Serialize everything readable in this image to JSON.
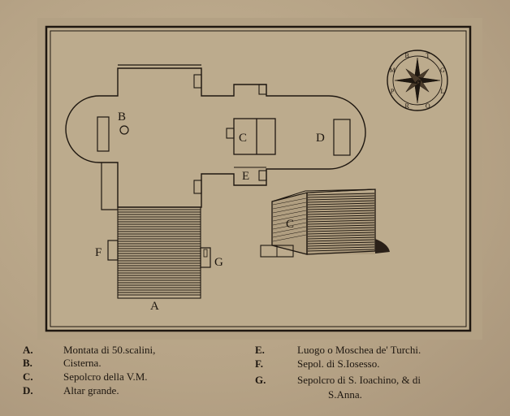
{
  "plan_labels": {
    "a": "A",
    "b": "B",
    "c": "C",
    "d": "D",
    "e": "E",
    "f": "F",
    "g": "G",
    "c_block": "C"
  },
  "compass": {
    "letters": [
      "B",
      "T",
      "G",
      "L",
      "O",
      "R",
      "P",
      "M"
    ]
  },
  "legend": [
    {
      "key": "A.",
      "text": "Montata di 50.scalini,"
    },
    {
      "key": "B.",
      "text": "Cisterna."
    },
    {
      "key": "C.",
      "text": "Sepolcro della V.M."
    },
    {
      "key": "D.",
      "text": "Altar grande."
    },
    {
      "key": "E.",
      "text": "Luogo o Moschea de' Turchi."
    },
    {
      "key": "F.",
      "text": "Sepol. di S.Iosesso."
    },
    {
      "key": "G.",
      "text": "Sepolcro di S. Ioachino, & di"
    },
    {
      "key": "",
      "text": "S.Anna."
    }
  ],
  "colors": {
    "paper": "#b9a78a",
    "plate": "#bcab8d",
    "ink": "#1e1710"
  }
}
